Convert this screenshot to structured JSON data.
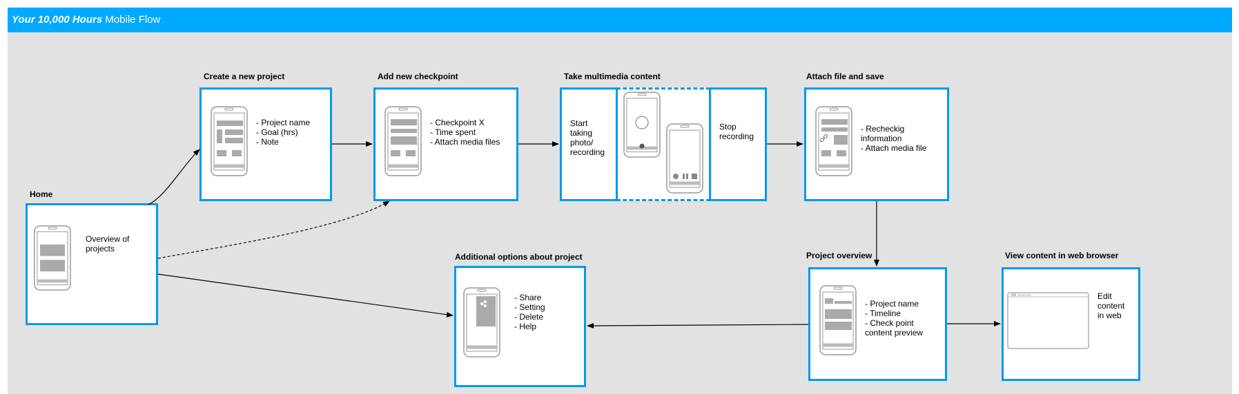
{
  "header": {
    "title_italic": "Your 10,000 Hours",
    "title_rest": " Mobile Flow"
  },
  "colors": {
    "accent": "#00aaff",
    "box_border": "#0099ee",
    "canvas": "#e2e2e2",
    "placeholder": "#aaaaaa"
  },
  "nodes": {
    "home": {
      "label": "Home",
      "text": "Overview of\nprojects"
    },
    "create": {
      "label": "Create a new project",
      "text": "- Project name\n- Goal (hrs)\n- Note"
    },
    "checkpoint": {
      "label": "Add new checkpoint",
      "text": "- Checkpoint X\n- Time spent\n- Attach media files"
    },
    "multimedia": {
      "label": "Take multimedia content",
      "start_text": "Start\ntaking\nphoto/\nrecording",
      "stop_text": "Stop\nrecording"
    },
    "attach": {
      "label": "Attach file and save",
      "text": "- Recheckig\ninformation\n- Attach media file"
    },
    "overview": {
      "label": "Project overview",
      "text": "- Project name\n- Timeline\n- Check point\ncontent preview"
    },
    "web": {
      "label": "View content in web browser",
      "text": "Edit\ncontent\nin web"
    },
    "options": {
      "label": "Additional options about project",
      "text": "- Share\n- Setting\n- Delete\n- Help"
    }
  },
  "icons": [
    "phone-icon",
    "record-circle-icon",
    "pause-icon",
    "stop-icon",
    "link-icon",
    "share-icon",
    "browser-window-icon"
  ]
}
